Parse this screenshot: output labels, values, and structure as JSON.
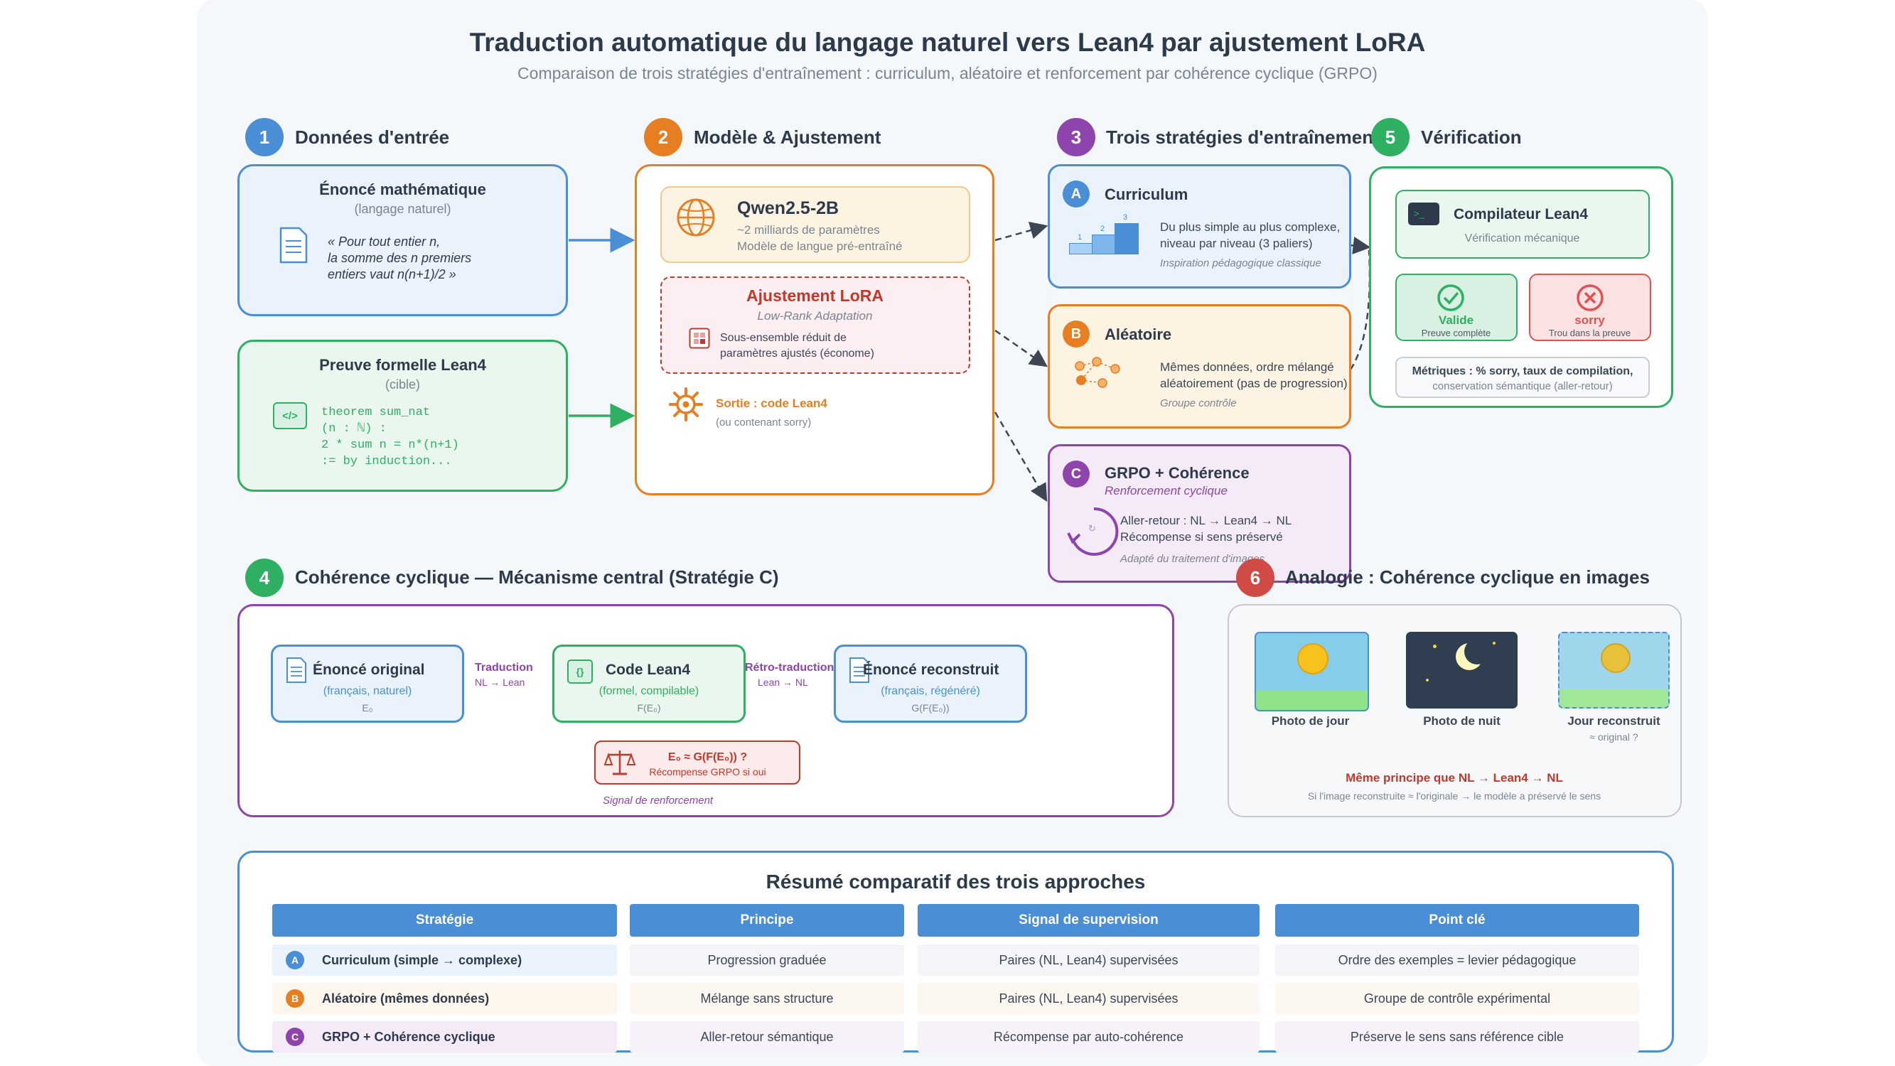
{
  "title": "Traduction automatique du langage naturel vers Lean4 par ajustement LoRA",
  "subtitle": "Comparaison de trois stratégies d'entraînement : curriculum, aléatoire et renforcement par cohérence cyclique (GRPO)",
  "colors": {
    "blue": "#4a8fd6",
    "orange": "#e67e22",
    "purple": "#8e44ad",
    "green": "#2eaf62",
    "red": "#c0392b"
  },
  "s1": {
    "num": "1",
    "title": "Données d'entrée",
    "nl_title": "Énoncé mathématique",
    "nl_sub": "(langage naturel)",
    "nl_text": [
      "« Pour tout entier n,",
      "la somme des n premiers",
      "entiers vaut n(n+1)/2 »"
    ],
    "nl_icon": "document-icon",
    "lean_title": "Preuve formelle Lean4",
    "lean_sub": "(cible)",
    "lean_icon": "code-icon",
    "lean_icon_text": "</>",
    "lean_code": [
      "theorem sum_nat",
      "(n : ℕ) :",
      "2 * sum n = n*(n+1)",
      ":= by induction..."
    ]
  },
  "s2": {
    "num": "2",
    "title": "Modèle & Ajustement",
    "model_name": "Qwen2.5-2B",
    "model_l1": "~2 milliards de paramètres",
    "model_l2": "Modèle de langue pré-entraîné",
    "model_icon": "globe-icon",
    "lora_title": "Ajustement LoRA",
    "lora_sub": "Low-Rank Adaptation",
    "lora_l1": "Sous-ensemble réduit de",
    "lora_l2": "paramètres ajustés (économe)",
    "lora_icon": "grid-icon",
    "out_title": "Sortie : code Lean4",
    "out_sub": "(ou contenant sorry)",
    "out_icon": "gear-icon"
  },
  "s3": {
    "num": "3",
    "title": "Trois stratégies d'entraînement",
    "a": {
      "badge": "A",
      "title": "Curriculum",
      "l1": "Du plus simple au plus complexe,",
      "l2": "niveau par niveau (3 paliers)",
      "note": "Inspiration pédagogique classique",
      "icon": "stairs-icon",
      "steps": [
        "1",
        "2",
        "3"
      ]
    },
    "b": {
      "badge": "B",
      "title": "Aléatoire",
      "l1": "Mêmes données, ordre mélangé",
      "l2": "aléatoirement (pas de progression)",
      "note": "Groupe contrôle",
      "icon": "scatter-icon"
    },
    "c": {
      "badge": "C",
      "title": "GRPO + Cohérence",
      "sub": "Renforcement cyclique",
      "l1": "Aller-retour : NL → Lean4 → NL",
      "l2": "Récompense si sens préservé",
      "note": "Adapté du traitement d'images",
      "icon": "cycle-icon",
      "icon_glyph": "↻"
    }
  },
  "s4": {
    "num": "4",
    "title": "Cohérence cyclique — Mécanisme central (Stratégie C)",
    "orig_title": "Énoncé original",
    "orig_sub": "(français, naturel)",
    "orig_sym": "E₀",
    "code_title": "Code Lean4",
    "code_sub": "(formel, compilable)",
    "code_sym": "F(E₀)",
    "code_icon_text": "{}",
    "rec_title": "Énoncé reconstruit",
    "rec_sub": "(français, régénéré)",
    "rec_sym": "G(F(E₀))",
    "arrow1": "Traduction",
    "arrow1_sub": "NL → Lean",
    "arrow2": "Rétro-traduction",
    "arrow2_sub": "Lean → NL",
    "cmp_title": "E₀ ≈ G(F(E₀)) ?",
    "cmp_sub": "Récompense GRPO si oui",
    "cmp_icon": "balance-scale-icon",
    "signal": "Signal de renforcement"
  },
  "s5": {
    "num": "5",
    "title": "Vérification",
    "comp_title": "Compilateur Lean4",
    "comp_sub": "Vérification mécanique",
    "comp_icon": "terminal-icon",
    "comp_icon_text": ">_",
    "valid": "Valide",
    "valid_sub": "Preuve complète",
    "sorry": "sorry",
    "sorry_sub": "Trou dans la preuve",
    "metrics_bold": "Métriques : % sorry, taux de compilation,",
    "metrics_sub": "conservation sémantique (aller-retour)"
  },
  "s6": {
    "num": "6",
    "title": "Analogie : Cohérence cyclique en images",
    "day": "Photo de jour",
    "night": "Photo de nuit",
    "rec": "Jour reconstruit",
    "rec_sub": "≈ original ?",
    "principle": "Même principe que NL → Lean4 → NL",
    "principle_sub": "Si l'image reconstruite ≈ l'originale → le modèle a préservé le sens"
  },
  "summary": {
    "title": "Résumé comparatif des trois approches",
    "headers": [
      "Stratégie",
      "Principe",
      "Signal de supervision",
      "Point clé"
    ],
    "rows": [
      {
        "badge": "A",
        "strategy": "Curriculum (simple → complexe)",
        "principle": "Progression graduée",
        "signal": "Paires (NL, Lean4) supervisées",
        "key": "Ordre des exemples = levier pédagogique"
      },
      {
        "badge": "B",
        "strategy": "Aléatoire (mêmes données)",
        "principle": "Mélange sans structure",
        "signal": "Paires (NL, Lean4) supervisées",
        "key": "Groupe de contrôle expérimental"
      },
      {
        "badge": "C",
        "strategy": "GRPO + Cohérence cyclique",
        "principle": "Aller-retour sémantique",
        "signal": "Récompense par auto-cohérence",
        "key": "Préserve le sens sans référence cible"
      }
    ]
  }
}
